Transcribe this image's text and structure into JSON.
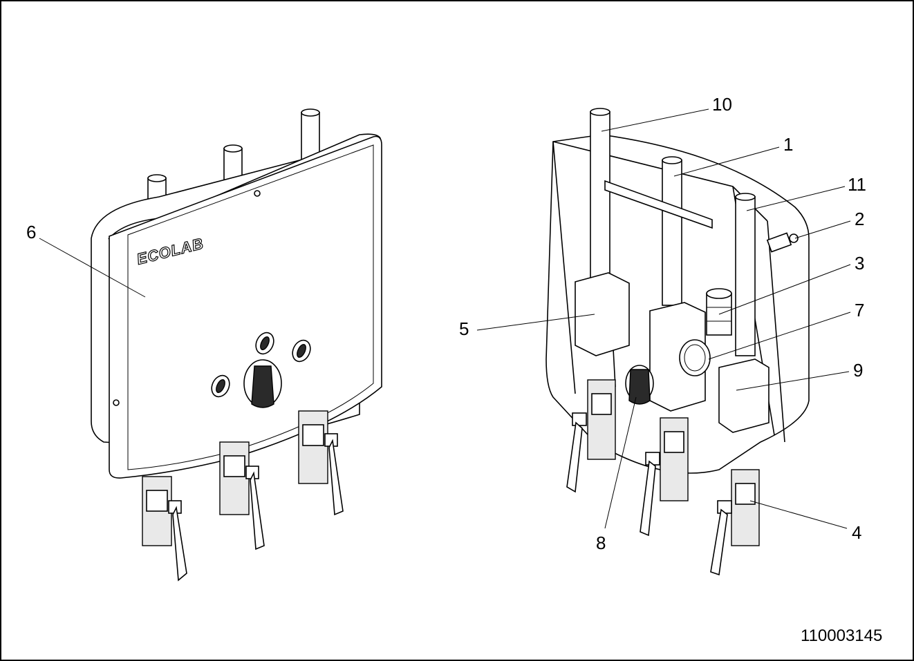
{
  "figure": {
    "document_number": "110003145",
    "logo_text": "ECOLAB",
    "callouts": [
      {
        "id": "c1",
        "label": "1"
      },
      {
        "id": "c2",
        "label": "2"
      },
      {
        "id": "c3",
        "label": "3"
      },
      {
        "id": "c4",
        "label": "4"
      },
      {
        "id": "c5",
        "label": "5"
      },
      {
        "id": "c6",
        "label": "6"
      },
      {
        "id": "c7",
        "label": "7"
      },
      {
        "id": "c8",
        "label": "8"
      },
      {
        "id": "c9",
        "label": "9"
      },
      {
        "id": "c10",
        "label": "10"
      },
      {
        "id": "c11",
        "label": "11"
      }
    ]
  }
}
